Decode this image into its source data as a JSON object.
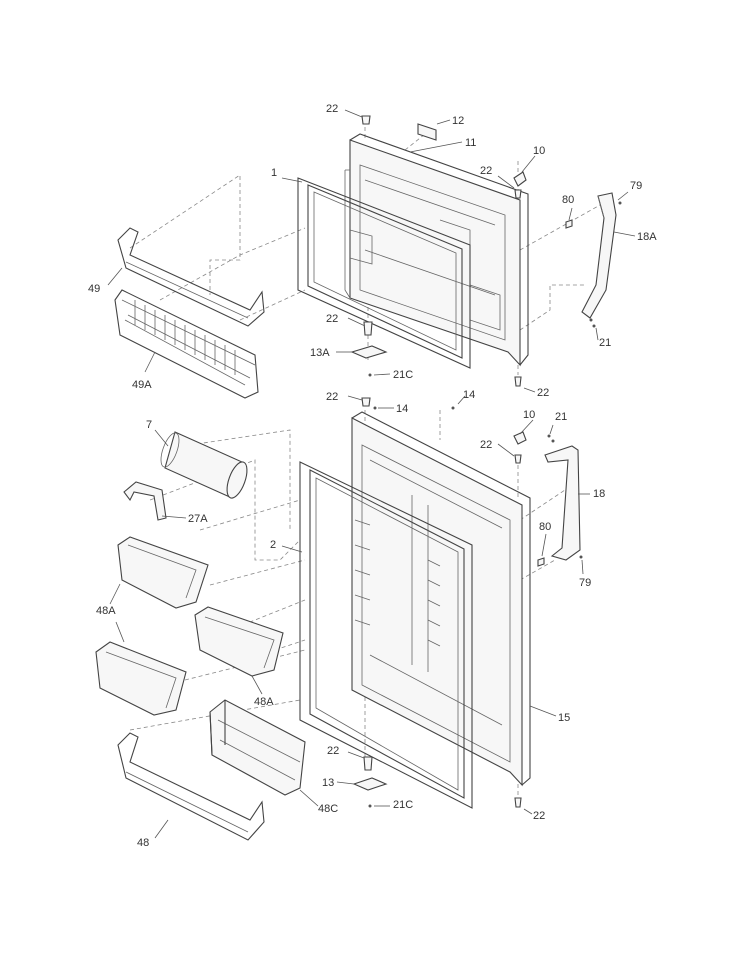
{
  "diagram": {
    "labels": {
      "l22_top": "22",
      "l12": "12",
      "l11": "11",
      "l10_top": "10",
      "l22_f2": "22",
      "l1": "1",
      "l80_top": "80",
      "l79_top": "79",
      "l18A": "18A",
      "l49": "49",
      "l49A": "49A",
      "l22_f3": "22",
      "l13A": "13A",
      "l21C_top": "21C",
      "l21_top": "21",
      "l22_f4": "22",
      "l22_r5": "22",
      "l14_a": "14",
      "l14_b": "14",
      "l10_low": "10",
      "l21_low": "21",
      "l7": "7",
      "l22_r6": "22",
      "l27A": "27A",
      "l18": "18",
      "l2": "2",
      "l80_low": "80",
      "l79_low": "79",
      "l48A_a": "48A",
      "l48A_b": "48A",
      "l15": "15",
      "l22_r7": "22",
      "l13": "13",
      "l48C": "48C",
      "l21C_low": "21C",
      "l22_r8": "22",
      "l48": "48"
    }
  }
}
